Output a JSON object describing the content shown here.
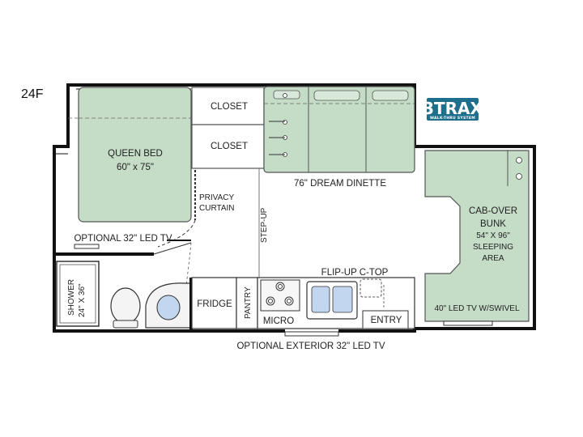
{
  "model": "24F",
  "colors": {
    "wall": "#111111",
    "floor": "#ffffff",
    "upholstery": "#c5dcc7",
    "outline": "#555555",
    "fixture": "#e8e8e8",
    "water": "#c2d6f0",
    "logo_bg": "#1e6f8c"
  },
  "logo": {
    "main": "3TRAX",
    "tag": "WALK-THRU SYSTEM"
  },
  "rooms": {
    "queen_bed": {
      "name": "QUEEN BED",
      "size": "60\" x 75\""
    },
    "closet_top": "CLOSET",
    "closet_bottom": "CLOSET",
    "privacy_curtain": {
      "line1": "PRIVACY",
      "line2": "CURTAIN"
    },
    "dinette": "76\" DREAM DINETTE",
    "step_up": "STEP-UP",
    "cabover": {
      "line1": "CAB-OVER",
      "line2": "BUNK",
      "line3": "54\" X 96\"",
      "line4": "SLEEPING",
      "line5": "AREA"
    },
    "optional_tv_bedroom": "OPTIONAL 32\" LED TV",
    "shower": {
      "line1": "SHOWER",
      "line2": "24\" X 36\""
    },
    "fridge": "FRIDGE",
    "pantry": "PANTRY",
    "micro": "MICRO",
    "flip_up": "FLIP-UP C-TOP",
    "entry": "ENTRY",
    "led_tv_swivel": "40\" LED TV W/SWIVEL",
    "optional_exterior_tv": "OPTIONAL EXTERIOR 32\" LED TV"
  }
}
